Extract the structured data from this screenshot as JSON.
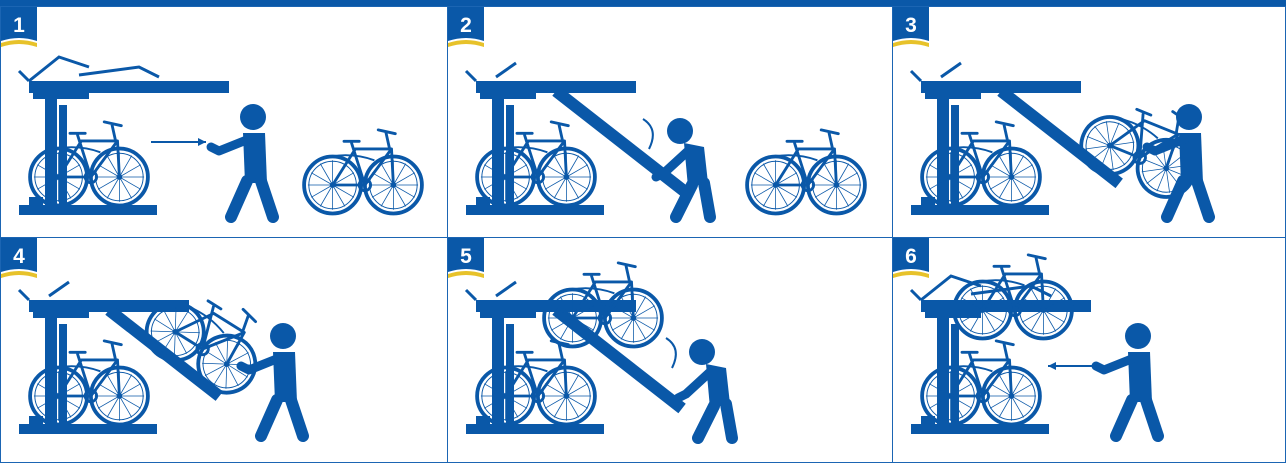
{
  "colors": {
    "primary": "#0a58a8",
    "accent": "#e7c22a",
    "background": "#ffffff"
  },
  "steps": [
    {
      "number": "1"
    },
    {
      "number": "2"
    },
    {
      "number": "3"
    },
    {
      "number": "4"
    },
    {
      "number": "5"
    },
    {
      "number": "6"
    }
  ]
}
